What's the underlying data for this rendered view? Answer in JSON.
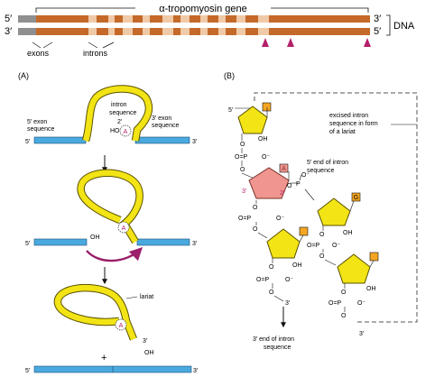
{
  "title": "α-tropomyosin gene",
  "dna_label": "DNA",
  "strand_labels": {
    "top_left": "5′",
    "top_right": "3′",
    "bottom_left": "3′",
    "bottom_right": "5′"
  },
  "gene_labels": {
    "exons": "exons",
    "introns": "introns"
  },
  "panel_a": {
    "label": "(A)",
    "intron_sequence": [
      "intron",
      "sequence"
    ],
    "exon5": [
      "5′ exon",
      "sequence"
    ],
    "exon3": [
      "3′ exon",
      "sequence"
    ],
    "two_prime": "2′",
    "ho": "HO",
    "oh": "OH",
    "adenine": "A",
    "five_prime": "5′",
    "three_prime": "3′",
    "lariat": "lariat",
    "plus": "+"
  },
  "panel_b": {
    "label": "(B)",
    "callout": [
      "excised intron",
      "sequence in form",
      "of a lariat"
    ],
    "intron_5_end": [
      "5′ end of intron",
      "sequence"
    ],
    "intron_3_end": [
      "3′ end of intron",
      "sequence"
    ],
    "bases": [
      "A",
      "G"
    ],
    "primes": {
      "p5": "5′",
      "p3": "3′",
      "two": "2′"
    },
    "atoms": {
      "O": "O",
      "P": "P",
      "OH": "OH",
      "Ominus": "O⁻",
      "OP": "O=P"
    }
  },
  "colors": {
    "exon_orange": "#c4692a",
    "intron_light": "#f0c9a6",
    "strand_gray": "#8f8f8f",
    "marker_magenta": "#b5206a",
    "rna_yellow": "#f2e415",
    "exon_blue": "#4aa9de",
    "arrow_purple": "#9b1f6a",
    "sugar_pink": "#f0958f",
    "base_orange": "#f5a623"
  }
}
